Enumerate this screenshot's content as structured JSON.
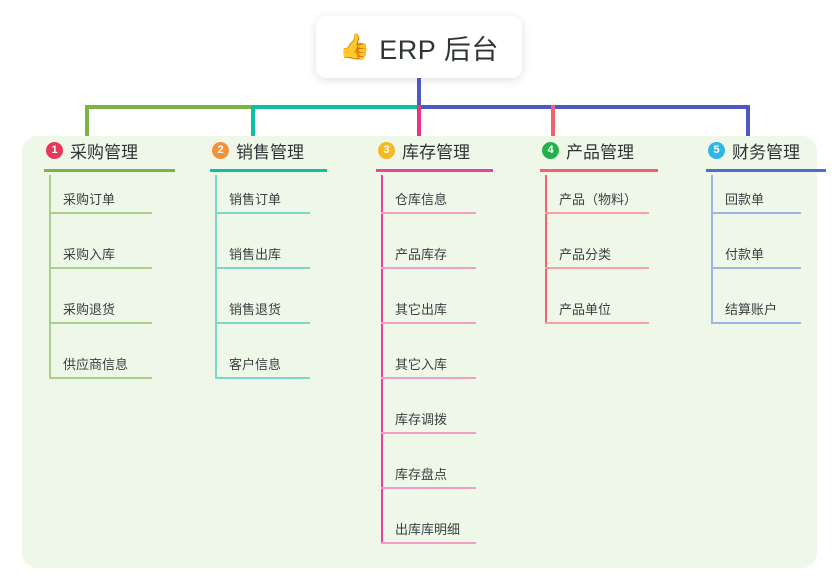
{
  "root": {
    "emoji": "👍",
    "emoji_name": "thumbs-up-icon",
    "title": "ERP 后台"
  },
  "theme": {
    "page_background": "#ffffff",
    "panel_background": "#eef7e8",
    "card_background": "#ffffff",
    "text_color": "#2f3437",
    "root_stem_color": "#4a58c8"
  },
  "connectors": {
    "segments": [
      {
        "name": "bar-green",
        "color": "#7cb342"
      },
      {
        "name": "bar-teal",
        "color": "#0ebfa6"
      },
      {
        "name": "bar-blue",
        "color": "#4a58c8"
      }
    ],
    "drops": [
      {
        "name": "drop-purchase",
        "color": "#7cb342"
      },
      {
        "name": "drop-sales",
        "color": "#0ebfa6"
      },
      {
        "name": "drop-inventory",
        "color": "#e8358a"
      },
      {
        "name": "drop-product",
        "color": "#f4606c"
      },
      {
        "name": "drop-finance",
        "color": "#4a58c8"
      }
    ]
  },
  "columns": [
    {
      "index": "1",
      "title": "采购管理",
      "badge_color": "#e8385a",
      "rule_color": "#7cb342",
      "leaf_rule_color": "#a9d08e",
      "spine_color": "#a9d08e",
      "items": [
        "采购订单",
        "采购入库",
        "采购退货",
        "供应商信息"
      ]
    },
    {
      "index": "2",
      "title": "销售管理",
      "badge_color": "#f59139",
      "rule_color": "#0ebfa6",
      "leaf_rule_color": "#7ed6c8",
      "spine_color": "#7ed6c8",
      "items": [
        "销售订单",
        "销售出库",
        "销售退货",
        "客户信息"
      ]
    },
    {
      "index": "3",
      "title": "库存管理",
      "badge_color": "#f5b921",
      "rule_color": "#e8429b",
      "leaf_rule_color": "#f0a0c8",
      "spine_color": "#e8429b",
      "items": [
        "仓库信息",
        "产品库存",
        "其它出库",
        "其它入库",
        "库存调拨",
        "库存盘点",
        "出库库明细"
      ]
    },
    {
      "index": "4",
      "title": "产品管理",
      "badge_color": "#21b24b",
      "rule_color": "#f4606c",
      "leaf_rule_color": "#f8a0a6",
      "spine_color": "#f4606c",
      "items": [
        "产品（物料）",
        "产品分类",
        "产品单位"
      ]
    },
    {
      "index": "5",
      "title": "财务管理",
      "badge_color": "#2fb6e8",
      "rule_color": "#4a70c8",
      "leaf_rule_color": "#9fb4e0",
      "spine_color": "#9fb4e0",
      "items": [
        "回款单",
        "付款单",
        "结算账户"
      ]
    }
  ]
}
